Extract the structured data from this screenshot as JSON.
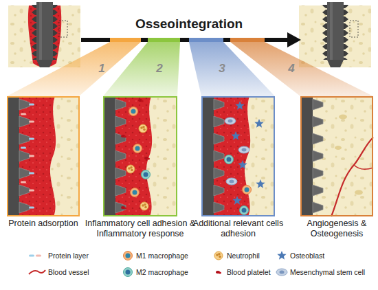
{
  "diagram": {
    "title": "Osseointegration",
    "nodes": [
      {
        "text": [
          "Protein adsorption"
        ]
      },
      {
        "text": [
          "Inflammatory cell adhesion & Inflammatory response"
        ]
      },
      {
        "text": [
          "Additional relevant cells adhesion"
        ]
      },
      {
        "text": [
          "Angiogenesis & Osteogenesis"
        ]
      }
    ],
    "labels": [
      "1",
      "2",
      "3",
      "4"
    ],
    "legend": [
      {
        "text": "Protein layer"
      },
      {
        "text": "M1 macrophage"
      },
      {
        "text": "Neutrophil"
      },
      {
        "text": "Osteoblast"
      },
      {
        "text": "Blood vessel"
      },
      {
        "text": "M2 macrophage"
      },
      {
        "text": "Blood platelet"
      },
      {
        "text": "Mesenchymal stem cell"
      }
    ]
  }
}
